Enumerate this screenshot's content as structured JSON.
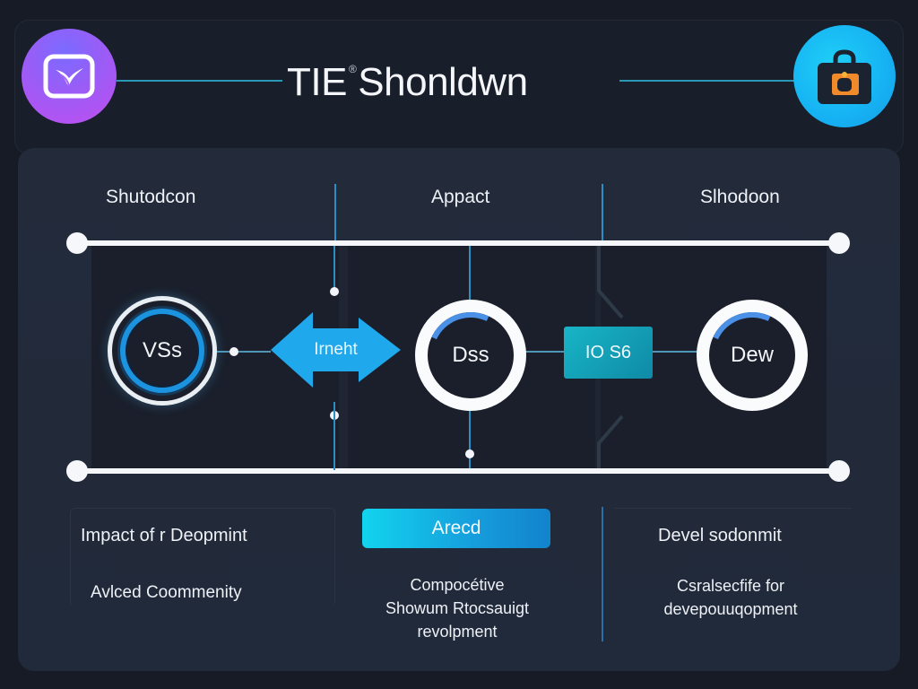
{
  "header": {
    "title_main": "TIE",
    "title_sup": "®",
    "title_rest": "Shonldwn",
    "left_icon": "checkmark-badge-icon",
    "right_icon": "shopping-bag-icon",
    "colors": {
      "left_icon_bg": "#9b5cf6",
      "right_icon_bg": "#16b2f3",
      "bag_accent": "#f08a2a",
      "connector": "#2a97b4"
    }
  },
  "columns": {
    "labels": [
      "Shutodcon",
      "Appact",
      "Slhodoon"
    ]
  },
  "diagram": {
    "nodes": [
      {
        "id": "vss",
        "label": "VSs",
        "style": "blue-ring"
      },
      {
        "id": "arrow",
        "label": "Irneht",
        "style": "double-arrow",
        "color": "#1fa8ec"
      },
      {
        "id": "dss",
        "label": "Dss",
        "style": "white-ring-progress"
      },
      {
        "id": "ios",
        "label": "IO S6",
        "style": "teal-box",
        "color": "#15a3bb"
      },
      {
        "id": "dew",
        "label": "Dew",
        "style": "white-ring-progress"
      }
    ],
    "accent_color": "#2a8fc4"
  },
  "bottom": {
    "left": {
      "heading": "Impact of r Deopmint",
      "sub": "Avlced Coommenity"
    },
    "center": {
      "button_label": "Arecd",
      "lines": [
        "Compocétive",
        "Showum Rtocsauigt",
        "revolpment"
      ]
    },
    "right": {
      "heading": "Devel sodonmit",
      "lines": [
        "Csralsecfife for",
        "devepouuqopment"
      ]
    }
  }
}
